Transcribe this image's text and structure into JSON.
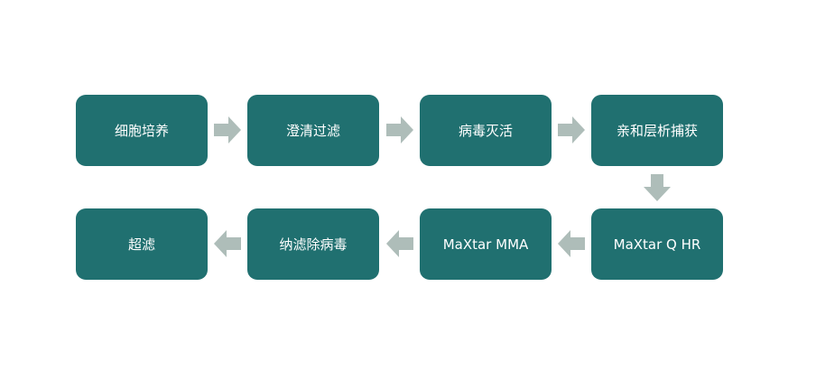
{
  "colors": {
    "box_fill": "#207070",
    "box_text": "#ffffff",
    "arrow_fill": "#aebdb9",
    "background": "#ffffff"
  },
  "steps": [
    {
      "label": "细胞培养"
    },
    {
      "label": "澄清过滤"
    },
    {
      "label": "病毒灭活"
    },
    {
      "label": "亲和层析捕获"
    },
    {
      "label": "MaXtar Q HR"
    },
    {
      "label": "MaXtar MMA"
    },
    {
      "label": "纳滤除病毒"
    },
    {
      "label": "超滤"
    }
  ],
  "arrows": [
    {
      "direction": "right"
    },
    {
      "direction": "right"
    },
    {
      "direction": "right"
    },
    {
      "direction": "down"
    },
    {
      "direction": "left"
    },
    {
      "direction": "left"
    },
    {
      "direction": "left"
    }
  ]
}
